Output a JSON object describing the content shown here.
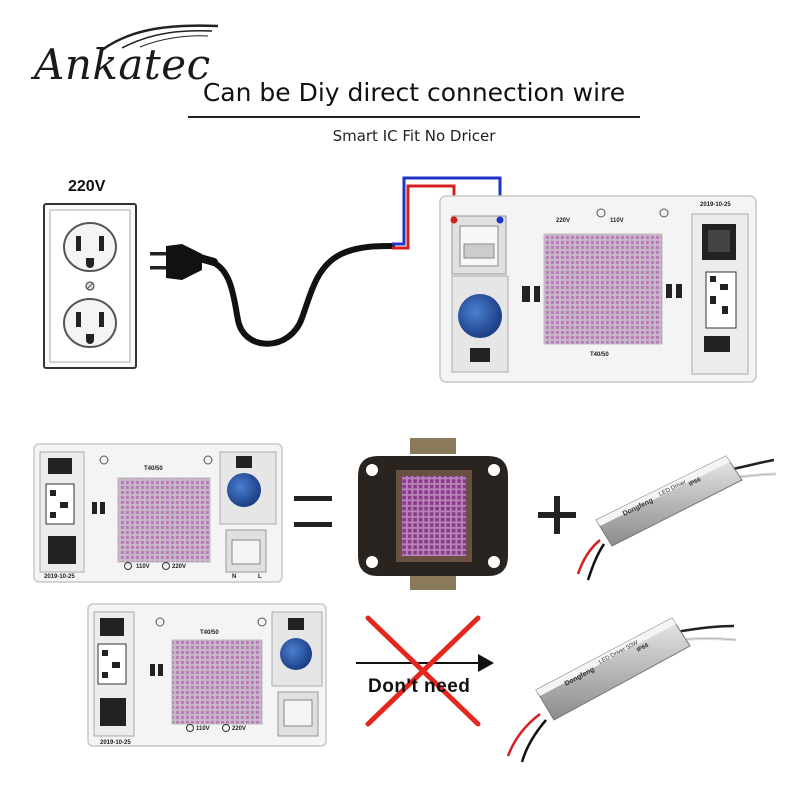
{
  "brand": {
    "name": "Ankatec"
  },
  "header": {
    "title": "Can be Diy direct connection wire",
    "subtitle": "Smart IC Fit No Dricer"
  },
  "outlet": {
    "voltage_label": "220V"
  },
  "module_top": {
    "label_220": "220V",
    "label_110": "110V",
    "date": "2019-10-25",
    "model": "T40/50"
  },
  "module_left": {
    "model": "T40/50",
    "label_110": "110V",
    "label_220": "220V",
    "date": "2019-10-25",
    "terminal_n": "N",
    "terminal_l": "L"
  },
  "module_bottom": {
    "model": "T40/50",
    "label_110": "110V",
    "label_220": "220V",
    "date": "2019-10-25"
  },
  "driver_top": {
    "line1": "Dongfeng",
    "line2": "LED Driver",
    "line3": "IP66"
  },
  "driver_bottom": {
    "line1": "Dongfeng",
    "line2": "LED Driver 50W",
    "line3": "IP66"
  },
  "no_driver": {
    "caption": "Don't need"
  },
  "colors": {
    "wire_red": "#d4201f",
    "wire_blue": "#2034c8",
    "led_purple": "#8a3a8a",
    "pcb_white": "#f2f2f2",
    "cross_red": "#e4261c",
    "varistor_blue": "#2a57a8"
  }
}
